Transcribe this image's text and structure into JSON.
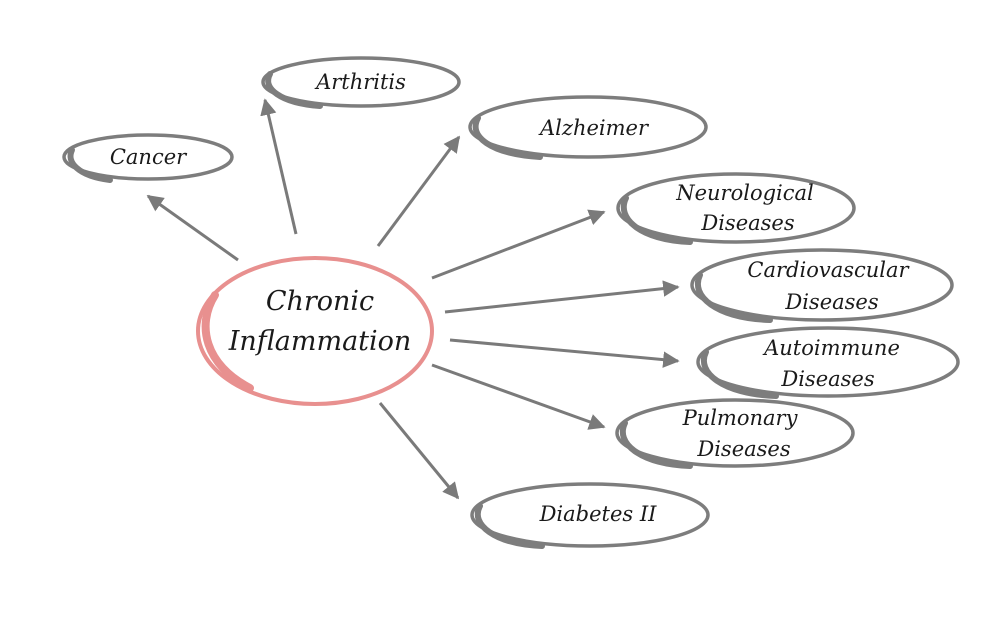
{
  "center": {
    "lines": [
      "Chronic",
      "Inflammation"
    ],
    "ring_color": "#e8908f"
  },
  "nodes": [
    {
      "id": "cancer",
      "lines": [
        "Cancer"
      ]
    },
    {
      "id": "arthritis",
      "lines": [
        "Arthritis"
      ]
    },
    {
      "id": "alzheimer",
      "lines": [
        "Alzheimer"
      ]
    },
    {
      "id": "neurological-diseases",
      "lines": [
        "Neurological",
        "Diseases"
      ]
    },
    {
      "id": "cardiovascular-diseases",
      "lines": [
        "Cardiovascular",
        "Diseases"
      ]
    },
    {
      "id": "autoimmune-diseases",
      "lines": [
        "Autoimmune",
        "Diseases"
      ]
    },
    {
      "id": "pulmonary-diseases",
      "lines": [
        "Pulmonary",
        "Diseases"
      ]
    },
    {
      "id": "diabetes-ii",
      "lines": [
        "Diabetes II"
      ]
    }
  ],
  "colors": {
    "arrow": "#7a7a7a",
    "node_ring": "#7d7d7d",
    "text": "#1a1a1a"
  }
}
